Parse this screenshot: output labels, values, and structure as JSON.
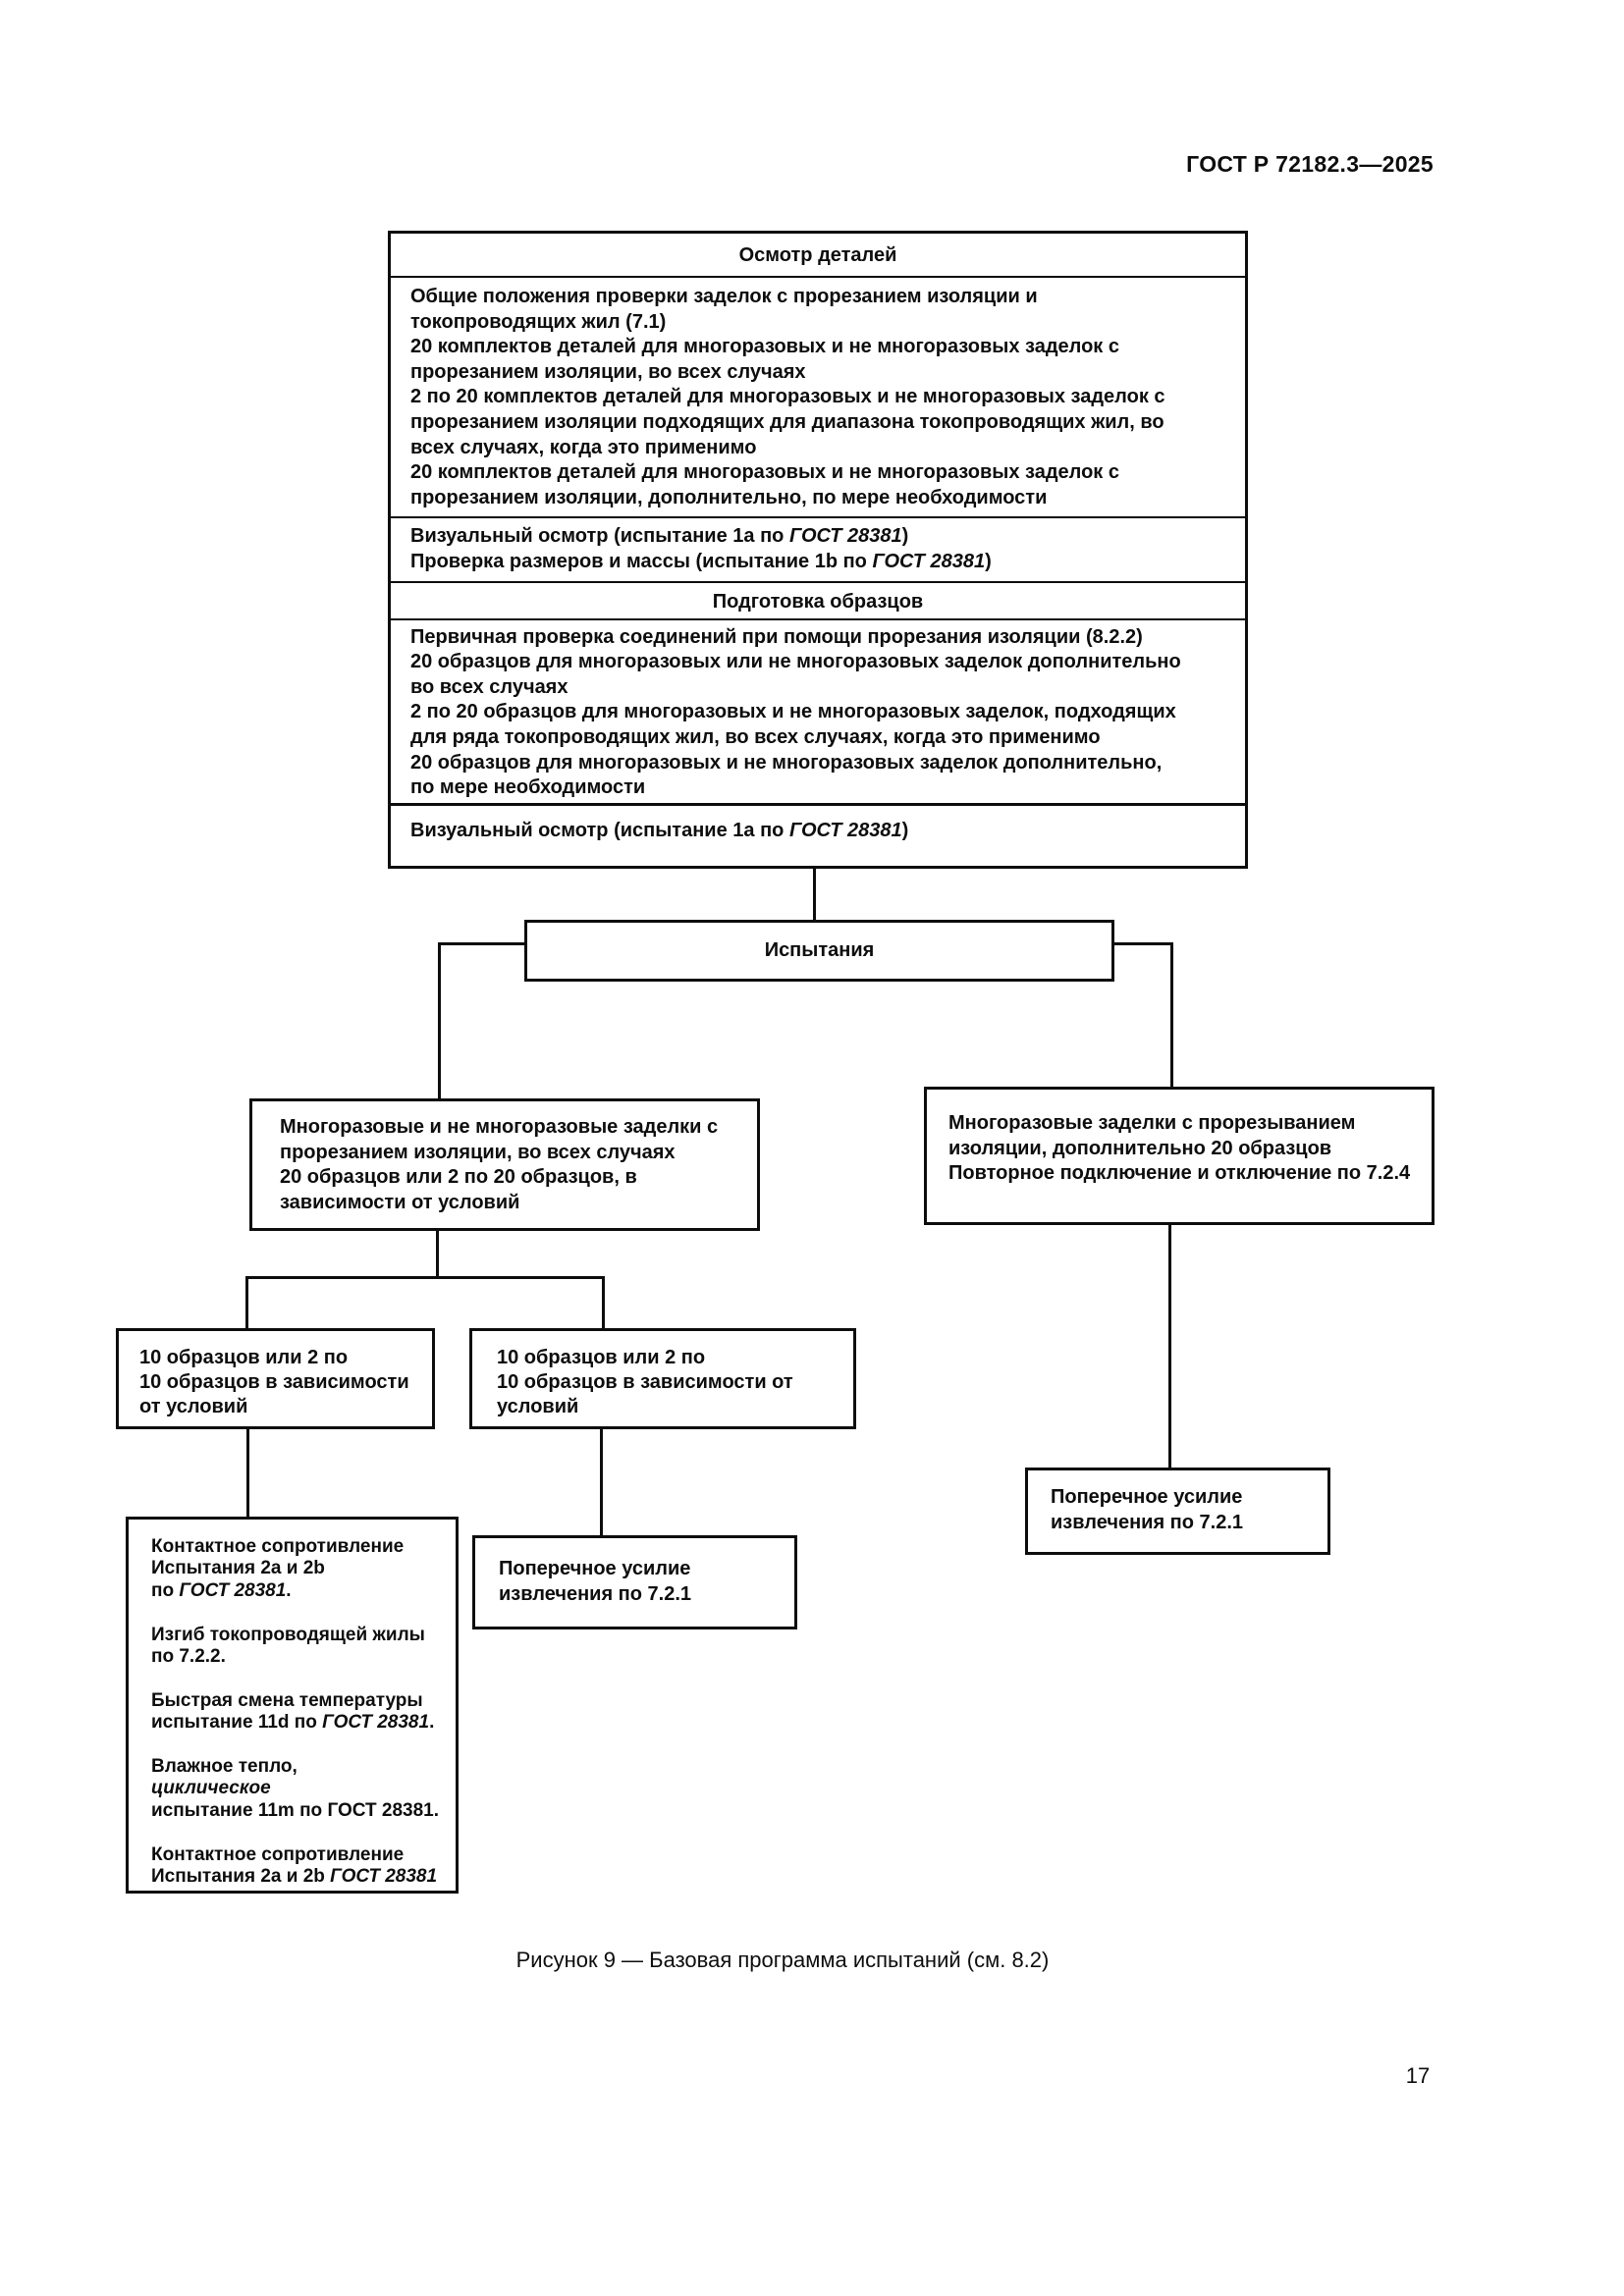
{
  "ink_color": "#0d0d0d",
  "header": {
    "standard": "ГОСТ Р 72182.3—2025"
  },
  "inspection": {
    "title": "Осмотр деталей",
    "general_lines": [
      "Общие положения проверки заделок с прорезанием изоляции и",
      "токопроводящих жил (7.1)",
      "20 комплектов деталей для многоразовых и не многоразовых заделок с",
      "прорезанием изоляции, во всех случаях",
      "2 по 20 комплектов деталей для многоразовых и не многоразовых заделок с",
      "прорезанием изоляции подходящих для диапазона токопроводящих жил, во",
      "всех случаях, когда это применимо",
      "20 комплектов деталей для многоразовых и не многоразовых заделок с",
      "прорезанием изоляции, дополнительно, по мере необходимости"
    ],
    "visual_lines": [
      [
        {
          "t": "Визуальный осмотр (испытание 1a по "
        },
        {
          "t": "ГОСТ 28381",
          "i": true
        },
        {
          "t": ")"
        }
      ],
      [
        {
          "t": "Проверка размеров и массы (испытание 1b по "
        },
        {
          "t": "ГОСТ 28381",
          "i": true
        },
        {
          "t": ")"
        }
      ]
    ],
    "prep_title": "Подготовка образцов",
    "prep_lines": [
      "Первичная проверка соединений при помощи прорезания изоляции (8.2.2)",
      "20 образцов для многоразовых или не многоразовых заделок дополнительно",
      "во всех случаях",
      "2 по 20 образцов для многоразовых и не многоразовых заделок, подходящих",
      "для ряда токопроводящих жил, во всех случаях, когда это применимо",
      "20 образцов для многоразовых и не многоразовых заделок дополнительно,",
      "по мере необходимости"
    ],
    "final_lines": [
      [
        {
          "t": "Визуальный осмотр (испытание 1a по "
        },
        {
          "t": "ГОСТ 28381",
          "i": true
        },
        {
          "t": ")"
        }
      ]
    ]
  },
  "trials": {
    "label": "Испытания"
  },
  "left_branch": {
    "lines": [
      "Многоразовые и не многоразовые заделки с",
      "прорезанием изоляции, во всех случаях",
      "20 образцов или 2 по 20 образцов, в",
      "зависимости от условий"
    ]
  },
  "right_branch": {
    "lines": [
      "Многоразовые заделки с прорезыванием",
      "изоляции, дополнительно 20 образцов",
      "Повторное подключение и отключение по 7.2.4"
    ]
  },
  "sub_left": {
    "lines": [
      "10 образцов или 2 по",
      "10 образцов в зависимости",
      "от условий"
    ]
  },
  "sub_mid": {
    "lines": [
      "10 образцов или 2 по",
      "10 образцов в зависимости от",
      "условий"
    ]
  },
  "detail_tests": {
    "lines": [
      "Контактное сопротивление",
      "Испытания 2a и 2b",
      [
        {
          "t": "по "
        },
        {
          "t": "ГОСТ 28381",
          "i": true
        },
        {
          "t": "."
        }
      ],
      "",
      "Изгиб токопроводящей жилы",
      "по 7.2.2.",
      "",
      "Быстрая смена температуры",
      [
        {
          "t": "испытание 11d по "
        },
        {
          "t": "ГОСТ 28381",
          "i": true
        },
        {
          "t": "."
        }
      ],
      "",
      "Влажное тепло,",
      [
        {
          "t": "циклическое",
          "i": true
        }
      ],
      "испытание 11m по ГОСТ 28381.",
      "",
      "Контактное сопротивление",
      [
        {
          "t": "Испытания 2a и 2b "
        },
        {
          "t": "ГОСТ 28381",
          "i": true
        }
      ]
    ]
  },
  "force_mid": {
    "lines": [
      "Поперечное усилие",
      "извлечения по 7.2.1"
    ]
  },
  "force_right": {
    "lines": [
      "Поперечное усилие",
      "извлечения по 7.2.1"
    ]
  },
  "figure": {
    "caption": "Рисунок 9 — Базовая программа испытаний (см. 8.2)",
    "page_number": "17"
  }
}
